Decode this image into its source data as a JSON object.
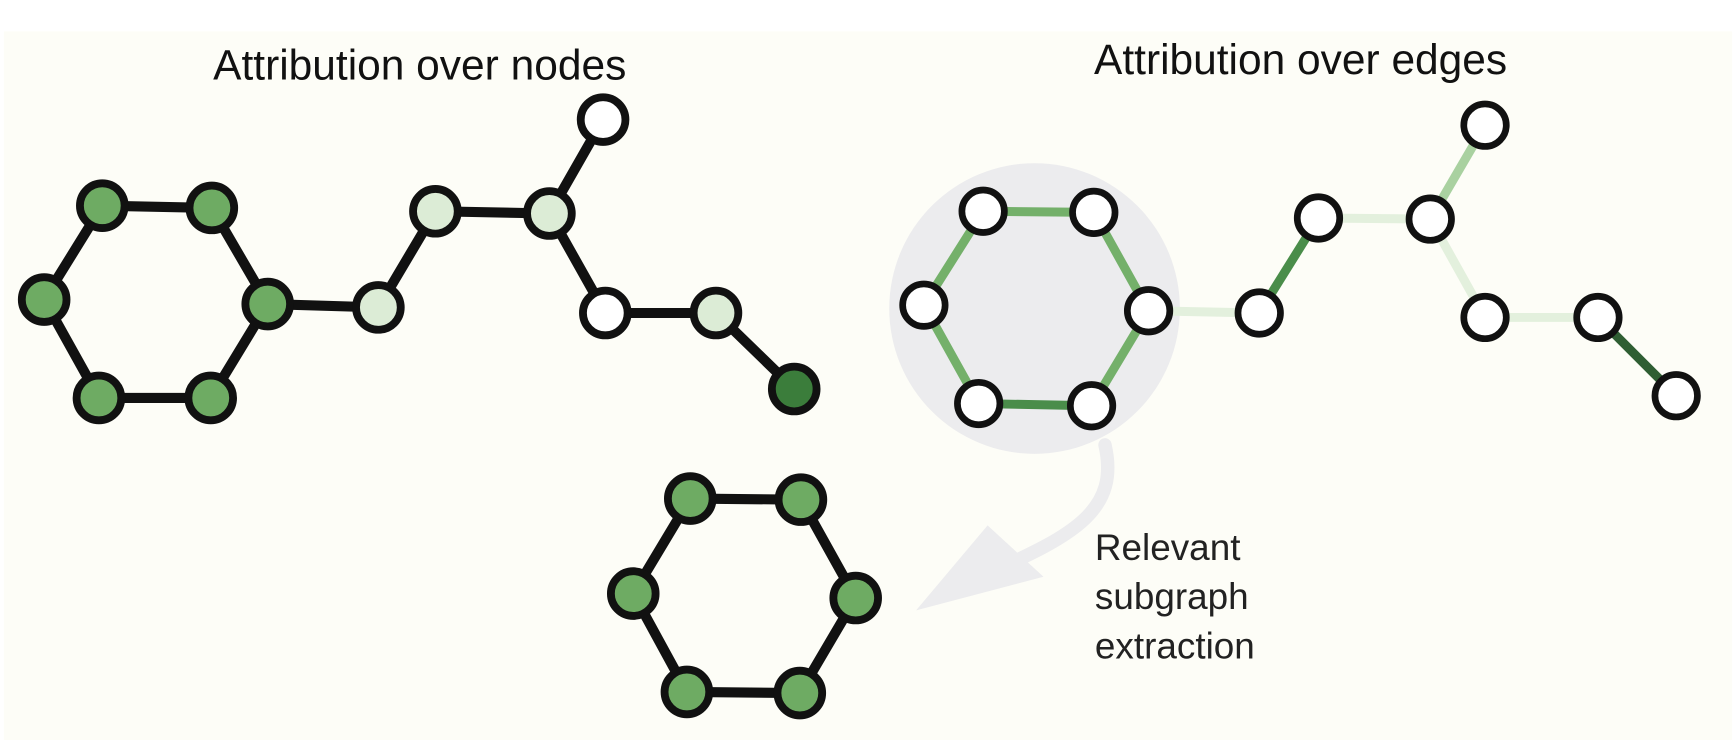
{
  "titles": {
    "nodes": "Attribution over nodes",
    "edges": "Attribution over edges"
  },
  "annotation": {
    "line1": "Relevant",
    "line2": "subgraph",
    "line3": "extraction"
  },
  "colors": {
    "background": "#fdfdf7",
    "node_border": "#111111",
    "node_empty": "#ffffff",
    "highlight_circle": "#ececee",
    "arrow": "#ececee",
    "green_light": "#dcecd6",
    "green_medium": "#6eab63",
    "green_dark": "#3b7d3b",
    "edge_pale": "#e3f0dd",
    "edge_light": "#a9d1a0",
    "edge_medium": "#74b06a",
    "edge_dark": "#4a8d4a",
    "edge_darkest": "#2f5e33"
  },
  "node_graph": {
    "nodes": [
      {
        "id": "a1",
        "attribution": "medium"
      },
      {
        "id": "a2",
        "attribution": "medium"
      },
      {
        "id": "a3",
        "attribution": "medium"
      },
      {
        "id": "a4",
        "attribution": "medium"
      },
      {
        "id": "a5",
        "attribution": "medium"
      },
      {
        "id": "a6",
        "attribution": "medium"
      },
      {
        "id": "b1",
        "attribution": "light"
      },
      {
        "id": "b2",
        "attribution": "light"
      },
      {
        "id": "b3",
        "attribution": "light"
      },
      {
        "id": "b4",
        "attribution": "none"
      },
      {
        "id": "b5",
        "attribution": "none"
      },
      {
        "id": "b6",
        "attribution": "light"
      },
      {
        "id": "b7",
        "attribution": "dark"
      }
    ]
  },
  "edge_graph": {
    "edges": [
      {
        "from": "a1",
        "to": "a2",
        "attribution": "medium"
      },
      {
        "from": "a2",
        "to": "a3",
        "attribution": "medium"
      },
      {
        "from": "a3",
        "to": "a4",
        "attribution": "medium"
      },
      {
        "from": "a4",
        "to": "a5",
        "attribution": "dark"
      },
      {
        "from": "a5",
        "to": "a6",
        "attribution": "medium"
      },
      {
        "from": "a6",
        "to": "a1",
        "attribution": "medium"
      },
      {
        "from": "a3",
        "to": "b1",
        "attribution": "pale"
      },
      {
        "from": "b1",
        "to": "b2",
        "attribution": "dark"
      },
      {
        "from": "b2",
        "to": "b3",
        "attribution": "pale"
      },
      {
        "from": "b3",
        "to": "b4",
        "attribution": "light"
      },
      {
        "from": "b3",
        "to": "b5",
        "attribution": "pale"
      },
      {
        "from": "b5",
        "to": "b6",
        "attribution": "pale"
      },
      {
        "from": "b6",
        "to": "b7",
        "attribution": "darkest"
      }
    ]
  },
  "subgraph": {
    "nodes": 6,
    "attribution": "medium"
  }
}
